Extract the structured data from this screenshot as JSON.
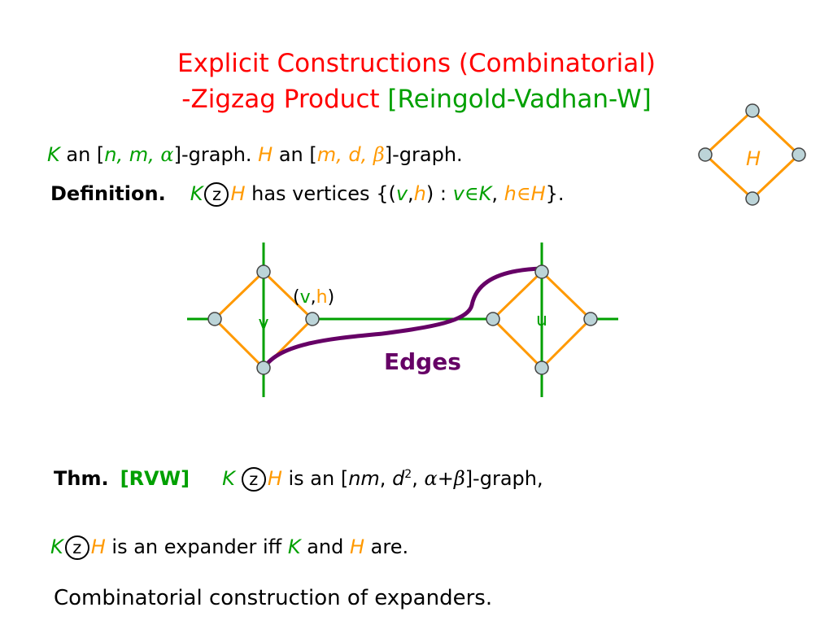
{
  "title": {
    "line1": "Explicit Constructions  (Combinatorial)",
    "line2_main": "-Zigzag Product ",
    "line2_cite": "[Reingold-Vadhan-W]"
  },
  "line1": {
    "K": "K",
    "t1": " an [",
    "params_K": "n, m, ",
    "alpha": "α",
    "t2": "]-graph.  ",
    "H": "H",
    "t3": " an [",
    "params_H": "m, d, ",
    "beta": "β",
    "t4": "]-graph."
  },
  "definition": {
    "label": "Definition.",
    "K": "K",
    "z": "z",
    "H": "H",
    "t1": "  has vertices {(",
    "v": "v",
    "comma": ",",
    "h": "h",
    "t2": ") : ",
    "v2": "v",
    "in1": "∈",
    "K2": "K",
    "t3": ", ",
    "h2": "h",
    "in2": "∈",
    "H2": "H",
    "t4": "}."
  },
  "diagram": {
    "small_H_label": "H",
    "v_label": "v",
    "u_label": "u",
    "vh_open": "(",
    "vh_v": "v",
    "vh_comma": ",",
    "vh_h": "h",
    "vh_close": ")",
    "edges_label": "Edges",
    "colors": {
      "green": "#00a000",
      "orange": "#ff9900",
      "purple": "#660066",
      "node_fill": "#bcd4d8",
      "node_stroke": "#444444"
    }
  },
  "theorem": {
    "label": "Thm.",
    "cite": "[RVW]",
    "K": "K",
    "z": "z",
    "H": "H",
    "t1": " is an [",
    "nm": "nm",
    "t2": ", ",
    "d": "d",
    "sup": "2",
    "t3": ", ",
    "alpha": "α",
    "plus": "+",
    "beta": "β",
    "t4": "]-graph,"
  },
  "expander": {
    "K": "K",
    "z": "z",
    "H": "H",
    "t1": " is an expander iff ",
    "K2": "K",
    "t2": " and ",
    "H2": "H",
    "t3": " are."
  },
  "conclusion": "Combinatorial construction of expanders."
}
